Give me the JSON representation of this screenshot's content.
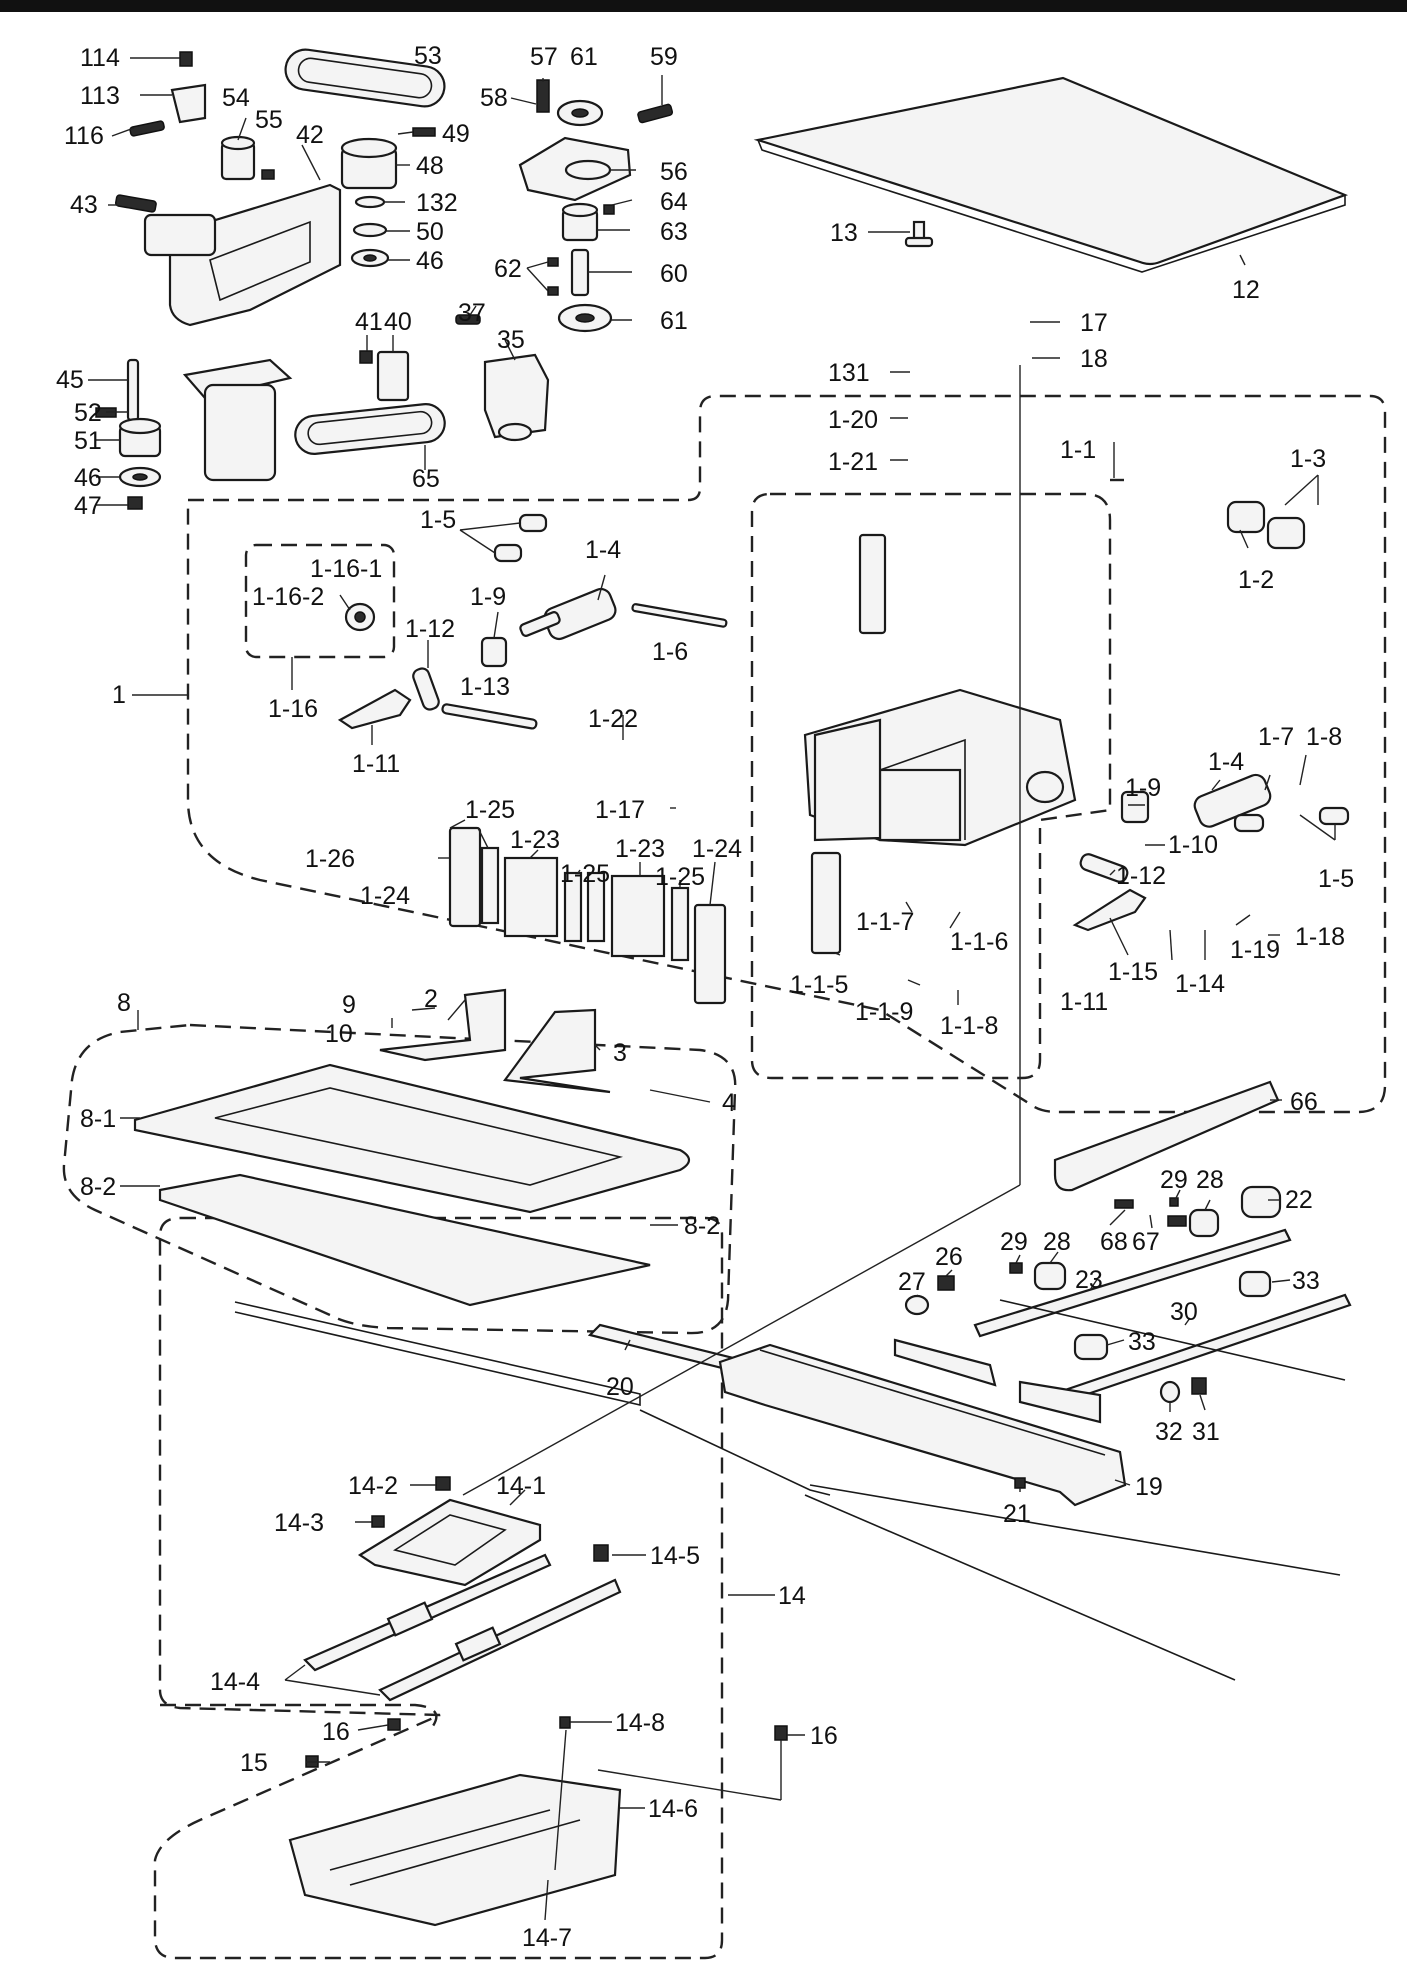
{
  "labels": [
    {
      "id": "p114",
      "text": "114"
    },
    {
      "id": "p113",
      "text": "113"
    },
    {
      "id": "p116",
      "text": "116"
    },
    {
      "id": "p53",
      "text": "53"
    },
    {
      "id": "p54",
      "text": "54"
    },
    {
      "id": "p55",
      "text": "55"
    },
    {
      "id": "p42",
      "text": "42"
    },
    {
      "id": "p49",
      "text": "49"
    },
    {
      "id": "p48",
      "text": "48"
    },
    {
      "id": "p43",
      "text": "43"
    },
    {
      "id": "p132",
      "text": "132"
    },
    {
      "id": "p50",
      "text": "50"
    },
    {
      "id": "p46a",
      "text": "46"
    },
    {
      "id": "p57",
      "text": "57"
    },
    {
      "id": "p61a",
      "text": "61"
    },
    {
      "id": "p59",
      "text": "59"
    },
    {
      "id": "p58",
      "text": "58"
    },
    {
      "id": "p56",
      "text": "56"
    },
    {
      "id": "p64",
      "text": "64"
    },
    {
      "id": "p63",
      "text": "63"
    },
    {
      "id": "p62",
      "text": "62"
    },
    {
      "id": "p60",
      "text": "60"
    },
    {
      "id": "p61b",
      "text": "61"
    },
    {
      "id": "p13",
      "text": "13"
    },
    {
      "id": "p12",
      "text": "12"
    },
    {
      "id": "p17",
      "text": "17"
    },
    {
      "id": "p18",
      "text": "18"
    },
    {
      "id": "p45",
      "text": "45"
    },
    {
      "id": "p41",
      "text": "41"
    },
    {
      "id": "p40",
      "text": "40"
    },
    {
      "id": "p37",
      "text": "37"
    },
    {
      "id": "p35",
      "text": "35"
    },
    {
      "id": "p52",
      "text": "52"
    },
    {
      "id": "p51",
      "text": "51"
    },
    {
      "id": "p46b",
      "text": "46"
    },
    {
      "id": "p47",
      "text": "47"
    },
    {
      "id": "p65",
      "text": "65"
    },
    {
      "id": "p131",
      "text": "131"
    },
    {
      "id": "p1_20",
      "text": "1-20"
    },
    {
      "id": "p1_21",
      "text": "1-21"
    },
    {
      "id": "p1_1",
      "text": "1-1"
    },
    {
      "id": "p1_3",
      "text": "1-3"
    },
    {
      "id": "p1_2",
      "text": "1-2"
    },
    {
      "id": "p1_5a",
      "text": "1-5"
    },
    {
      "id": "p1_4a",
      "text": "1-4"
    },
    {
      "id": "p1_16_1",
      "text": "1-16-1"
    },
    {
      "id": "p1_16_2",
      "text": "1-16-2"
    },
    {
      "id": "p1_9a",
      "text": "1-9"
    },
    {
      "id": "p1_6",
      "text": "1-6"
    },
    {
      "id": "p1_12a",
      "text": "1-12"
    },
    {
      "id": "p1",
      "text": "1"
    },
    {
      "id": "p1_16",
      "text": "1-16"
    },
    {
      "id": "p1_13",
      "text": "1-13"
    },
    {
      "id": "p1_22",
      "text": "1-22"
    },
    {
      "id": "p1_11a",
      "text": "1-11"
    },
    {
      "id": "p1_17",
      "text": "1-17"
    },
    {
      "id": "p1_4b",
      "text": "1-4"
    },
    {
      "id": "p1_7",
      "text": "1-7"
    },
    {
      "id": "p1_8",
      "text": "1-8"
    },
    {
      "id": "p1_9b",
      "text": "1-9"
    },
    {
      "id": "p1_10",
      "text": "1-10"
    },
    {
      "id": "p1_5b",
      "text": "1-5"
    },
    {
      "id": "p1_12b",
      "text": "1-12"
    },
    {
      "id": "p1_25a",
      "text": "1-25"
    },
    {
      "id": "p1_23a",
      "text": "1-23"
    },
    {
      "id": "p1_23b",
      "text": "1-23"
    },
    {
      "id": "p1_24a",
      "text": "1-24"
    },
    {
      "id": "p1_26",
      "text": "1-26"
    },
    {
      "id": "p1_24b",
      "text": "1-24"
    },
    {
      "id": "p1_25b",
      "text": "1-25"
    },
    {
      "id": "p1_25c",
      "text": "1-25"
    },
    {
      "id": "p1_1_7",
      "text": "1-1-7"
    },
    {
      "id": "p1_1_6",
      "text": "1-1-6"
    },
    {
      "id": "p1_1_5",
      "text": "1-1-5"
    },
    {
      "id": "p1_1_9",
      "text": "1-1-9"
    },
    {
      "id": "p1_1_8",
      "text": "1-1-8"
    },
    {
      "id": "p1_15",
      "text": "1-15"
    },
    {
      "id": "p1_14",
      "text": "1-14"
    },
    {
      "id": "p1_19",
      "text": "1-19"
    },
    {
      "id": "p1_18",
      "text": "1-18"
    },
    {
      "id": "p1_11b",
      "text": "1-11"
    },
    {
      "id": "p9",
      "text": "9"
    },
    {
      "id": "p10",
      "text": "10"
    },
    {
      "id": "p2",
      "text": "2"
    },
    {
      "id": "p3",
      "text": "3"
    },
    {
      "id": "p4",
      "text": "4"
    },
    {
      "id": "p8",
      "text": "8"
    },
    {
      "id": "p8_1",
      "text": "8-1"
    },
    {
      "id": "p8_2a",
      "text": "8-2"
    },
    {
      "id": "p8_2b",
      "text": "8-2"
    },
    {
      "id": "p66",
      "text": "66"
    },
    {
      "id": "p29a",
      "text": "29"
    },
    {
      "id": "p28a",
      "text": "28"
    },
    {
      "id": "p22",
      "text": "22"
    },
    {
      "id": "p68",
      "text": "68"
    },
    {
      "id": "p67",
      "text": "67"
    },
    {
      "id": "p29b",
      "text": "29"
    },
    {
      "id": "p28b",
      "text": "28"
    },
    {
      "id": "p27",
      "text": "27"
    },
    {
      "id": "p26",
      "text": "26"
    },
    {
      "id": "p23",
      "text": "23"
    },
    {
      "id": "p33a",
      "text": "33"
    },
    {
      "id": "p30",
      "text": "30"
    },
    {
      "id": "p33b",
      "text": "33"
    },
    {
      "id": "p20",
      "text": "20"
    },
    {
      "id": "p32",
      "text": "32"
    },
    {
      "id": "p31",
      "text": "31"
    },
    {
      "id": "p19",
      "text": "19"
    },
    {
      "id": "p21",
      "text": "21"
    },
    {
      "id": "p14_2",
      "text": "14-2"
    },
    {
      "id": "p14_1",
      "text": "14-1"
    },
    {
      "id": "p14_3",
      "text": "14-3"
    },
    {
      "id": "p14_5",
      "text": "14-5"
    },
    {
      "id": "p14",
      "text": "14"
    },
    {
      "id": "p14_4",
      "text": "14-4"
    },
    {
      "id": "p16a",
      "text": "16"
    },
    {
      "id": "p14_8",
      "text": "14-8"
    },
    {
      "id": "p16b",
      "text": "16"
    },
    {
      "id": "p15",
      "text": "15"
    },
    {
      "id": "p14_6",
      "text": "14-6"
    },
    {
      "id": "p14_7",
      "text": "14-7"
    }
  ]
}
